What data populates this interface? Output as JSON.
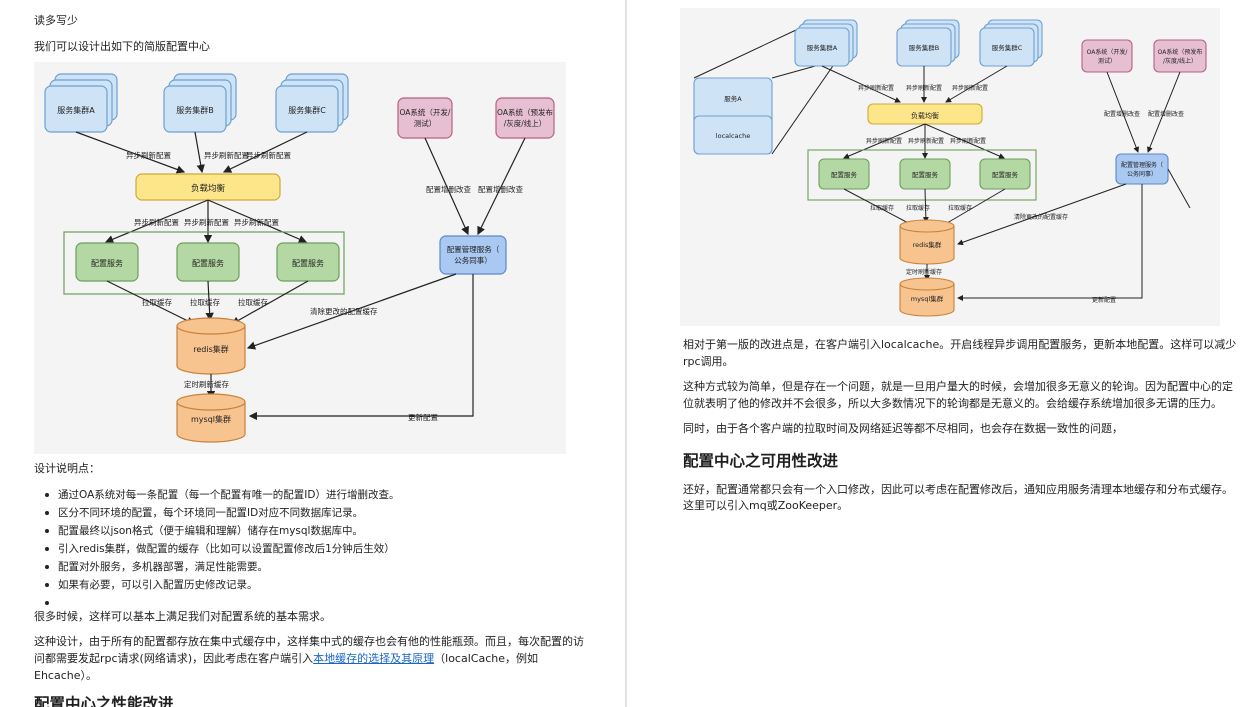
{
  "left": {
    "heading_read_more": "读多写少",
    "intro": "我们可以设计出如下的简版配置中心",
    "diagram": {
      "clusters": [
        "服务集群A",
        "服务集群B",
        "服务集群C"
      ],
      "oa_dev": [
        "OA系统（开发/",
        "测试）"
      ],
      "oa_pre": [
        "OA系统（预发布",
        "/灰度/线上）"
      ],
      "async_refresh": "异步刷新配置",
      "load_balancer": "负载均衡",
      "config_service": "配置服务",
      "pull_cache": "拉取缓存",
      "redis": "redis集群",
      "mysql": "mysql集群",
      "scheduled_refresh": "定时刷新缓存",
      "manager": [
        "配置管理服务（",
        "公务同事）"
      ],
      "crud_config": "配置增删改查",
      "clear_changed": "清除更改的配置缓存",
      "update_config": "更新配置"
    },
    "design_notes_title": "设计说明点：",
    "bullets": [
      "通过OA系统对每一条配置（每一个配置有唯一的配置ID）进行增删改查。",
      "区分不同环境的配置，每个环境同一配置ID对应不同数据库记录。",
      "配置最终以json格式（便于编辑和理解）储存在mysql数据库中。",
      "引入redis集群，做配置的缓存（比如可以设置配置修改后1分钟后生效）",
      "配置对外服务，多机器部署，满足性能需要。",
      "如果有必要，可以引入配置历史修改记录。",
      ""
    ],
    "para_basic": "很多时候，这样可以基本上满足我们对配置系统的基本需求。",
    "para_design_1": "这种设计，由于所有的配置都存放在集中式缓存中，这样集中式的缓存也会有他的性能瓶颈。而且，每次配置的访",
    "para_design_2_prefix": "问都需要发起rpc请求(网络请求)，因此考虑在客户端引入",
    "para_design_link": "本地缓存的选择及其原理",
    "para_design_2_suffix": "（localCache，例如",
    "para_design_3": "Ehcache）。",
    "heading_perf": "配置中心之性能改进"
  },
  "right": {
    "diagram": {
      "service_a": "服务A",
      "localcache": "localcache",
      "clusters": [
        "服务集群A",
        "服务集群B",
        "服务集群C"
      ],
      "oa_dev": [
        "OA系统（开发/",
        "测试）"
      ],
      "oa_pre": [
        "OA系统（预发布",
        "/灰度/线上）"
      ],
      "async_refresh": "异步刷新配置",
      "load_balancer": "负载均衡",
      "config_service": "配置服务",
      "pull_cache": "拉取缓存",
      "redis": "redis集群",
      "mysql": "mysql集群",
      "scheduled_refresh": "定时刷新缓存",
      "manager": [
        "配置管理服务（",
        "公务同事）"
      ],
      "crud_config": "配置增删改查",
      "clear_changed": "清除更改的配置缓存",
      "update_config": "更新配置"
    },
    "para_improve_1": "相对于第一版的改进点是，在客户端引入localcache。开启线程异步调用配置服务，更新本地配置。这样可以减少",
    "para_improve_2": "rpc调用。",
    "para_problem_1": "这种方式较为简单，但是存在一个问题，就是一旦用户量大的时候，会增加很多无意义的轮询。因为配置中心的定",
    "para_problem_2": "位就表明了他的修改并不会很多，所以大多数情况下的轮询都是无意义的。会给缓存系统增加很多无谓的压力。",
    "para_consistency": "同时，由于各个客户端的拉取时间及网络延迟等都不尽相同，也会存在数据一致性的问题，",
    "heading_availability": "配置中心之可用性改进",
    "para_avail_1": "还好，配置通常都只会有一个入口修改，因此可以考虑在配置修改后，通知应用服务清理本地缓存和分布式缓存。",
    "para_avail_2": "这里可以引入mq或ZooKeeper。"
  },
  "colors": {
    "cluster_fill": "#cfe3f6",
    "cluster_stroke": "#6f9fd1",
    "oa_fill": "#e7bfd3",
    "oa_stroke": "#b8607f",
    "lb_fill": "#fde58a",
    "lb_stroke": "#cfa93a",
    "svc_fill": "#b4d8a4",
    "svc_stroke": "#6d9e5c",
    "db_fill": "#f7c38f",
    "db_stroke": "#c9803a",
    "mgr_fill": "#a9c8f2",
    "mgr_stroke": "#5d88c7",
    "link": "#1a66c8"
  }
}
